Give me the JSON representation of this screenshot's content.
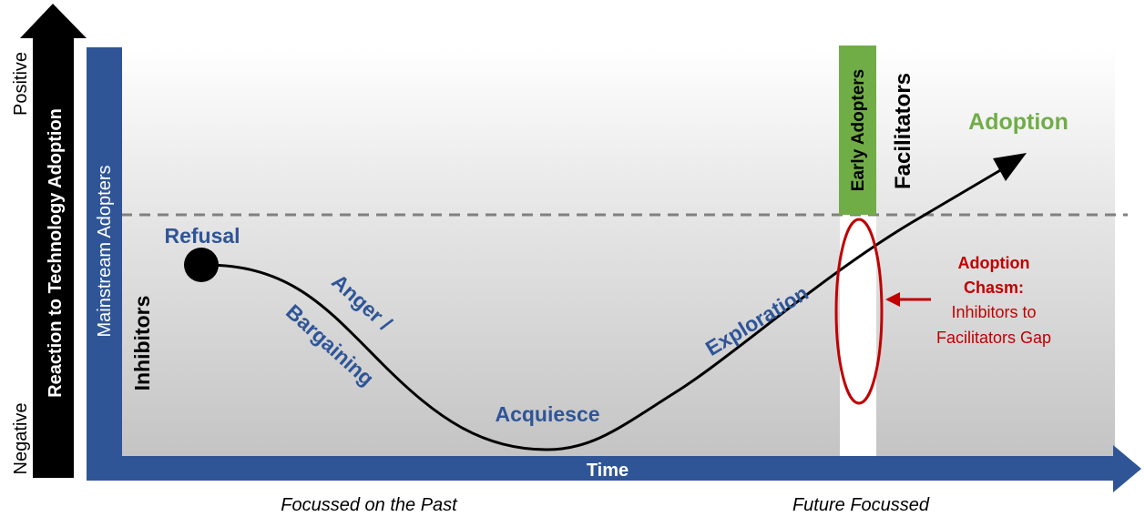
{
  "diagram": {
    "y_axis": {
      "title": "Reaction to Technology Adoption",
      "positive_label": "Positive",
      "negative_label": "Negative"
    },
    "x_axis": {
      "title": "Time",
      "left_caption": "Focussed on the Past",
      "right_caption": "Future Focussed"
    },
    "left_band": {
      "label": "Mainstream Adopters"
    },
    "inhibitors_label": "Inhibitors",
    "early_adopters": {
      "label": "Early Adopters"
    },
    "facilitators_label": "Facilitators",
    "stages": {
      "refusal": "Refusal",
      "anger": "Anger /",
      "bargaining": "Bargaining",
      "acquiesce": "Acquiesce",
      "exploration": "Exploration",
      "adoption": "Adoption"
    },
    "chasm": {
      "title_line1": "Adoption",
      "title_line2": "Chasm:",
      "desc_line1": "Inhibitors to",
      "desc_line2": "Facilitators Gap"
    },
    "colors": {
      "blue": "#2F5597",
      "green": "#70AD47",
      "red": "#C00000",
      "black": "#000000",
      "dashed": "#808080"
    }
  }
}
